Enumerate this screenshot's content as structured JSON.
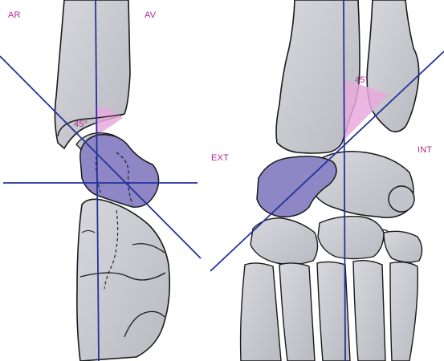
{
  "labels": {
    "ar": "AR",
    "av": "AV",
    "ext": "EXT",
    "int": "INT",
    "angle_left": "45°",
    "angle_right": "45°"
  },
  "colors": {
    "bone_fill": "#c9c9cf",
    "bone_stroke": "#1a1a1a",
    "talus_fill": "#8f86c6",
    "axis_line": "#23349a",
    "angle_fill": "#e7a9dc",
    "label_text": "#b02a8a"
  }
}
